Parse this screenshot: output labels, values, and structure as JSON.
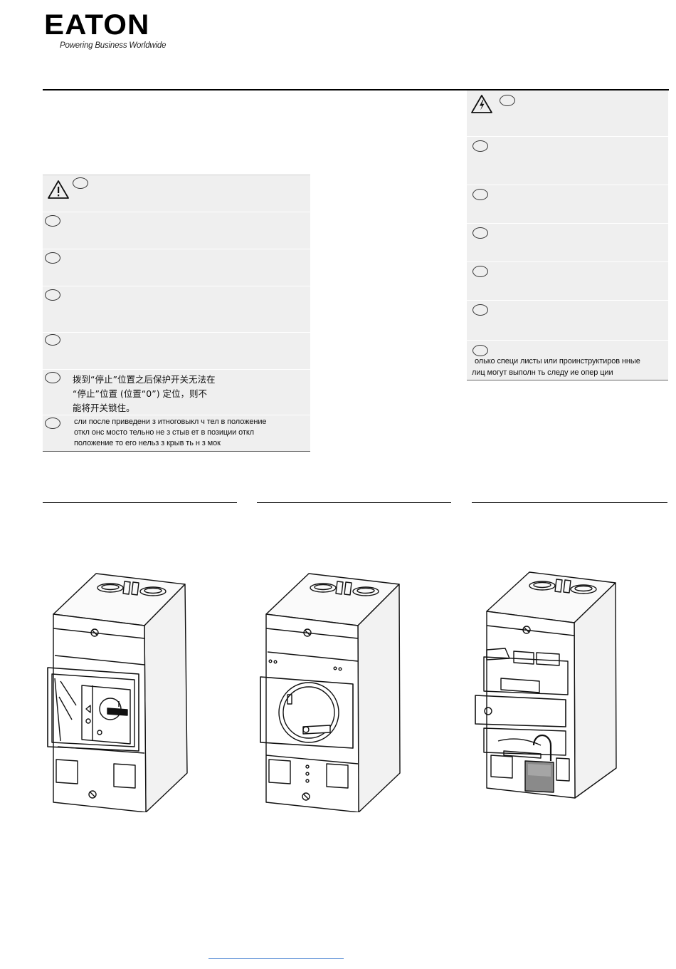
{
  "brand": {
    "logo_text": "EATON",
    "tagline": "Powering Business Worldwide"
  },
  "left_warning_box": {
    "cn_text": [
      "拨到“停止”位置之后保护开关无法在",
      "“停止”位置 (位置“0”) 定位，则不",
      "能将开关锁住。"
    ],
    "ru_text": [
      "сли после приведени  з    итноговыкл   ч  тел   в положение",
      "откл  онс  мосто  тельно не з  стыв  ет в позиции  откл",
      "положение          то его нельз  з  крыв  ть н   з  мок"
    ]
  },
  "right_warning_box": {
    "ru_text": [
      "олько специ  листы или проинструктиров  нные",
      "лиц   могут выполн  ть следу      ие опер  ции"
    ]
  },
  "icons": {
    "warning": "warning-triangle-icon",
    "electric": "electric-hazard-icon"
  },
  "colors": {
    "box_bg": "#efefef",
    "rule": "#000000",
    "link": "#5b8fd6"
  }
}
